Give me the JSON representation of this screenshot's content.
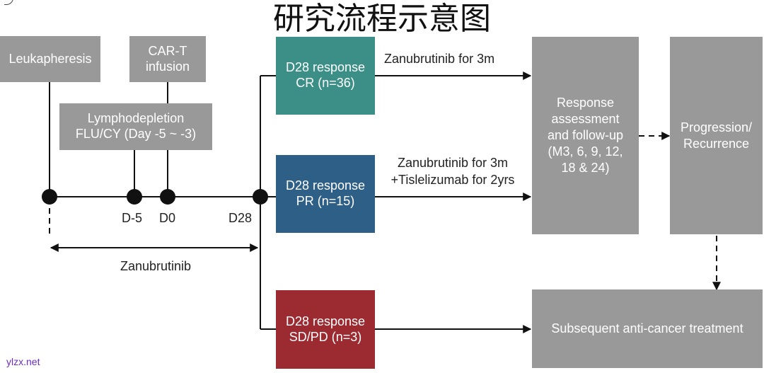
{
  "title": "研究流程示意图",
  "watermark": "ylzx.net",
  "colors": {
    "gray": "#999999",
    "teal": "#3b8f87",
    "blue": "#2e5f86",
    "red": "#9b2b31"
  },
  "timeline": {
    "leukapheresis": "Leukapheresis",
    "cart": [
      "CAR-T",
      "infusion"
    ],
    "lymphodepletion": [
      "Lymphodepletion",
      "FLU/CY (Day -5 ~ -3)"
    ],
    "markers": [
      "D-5",
      "D0",
      "D28"
    ],
    "zanubrutinib": "Zanubrutinib"
  },
  "responses": {
    "cr": [
      "D28 response",
      "CR (n=36)"
    ],
    "pr": [
      "D28 response",
      "PR (n=15)"
    ],
    "sdpd": [
      "D28 response",
      "SD/PD (n=3)"
    ]
  },
  "treatments": {
    "cr": "Zanubrutinib for 3m",
    "pr": [
      "Zanubrutinib for 3m",
      "+Tislelizumab for 2yrs"
    ]
  },
  "assessment": [
    "Response",
    "assessment",
    "and follow-up",
    "(M3, 6, 9, 12,",
    "18 & 24)"
  ],
  "progression": [
    "Progression/",
    "Recurrence"
  ],
  "subsequent": "Subsequent anti-cancer treatment"
}
